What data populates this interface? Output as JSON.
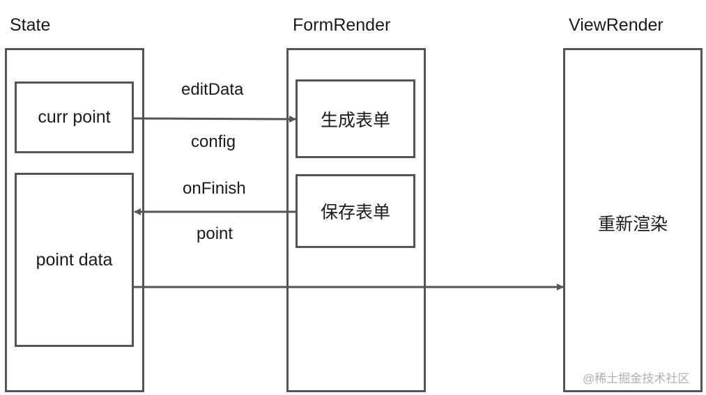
{
  "lanes": {
    "state": "State",
    "form_render": "FormRender",
    "view_render": "ViewRender"
  },
  "nodes": {
    "curr_point": "curr point",
    "point_data": "point data",
    "generate_form": "生成表单",
    "save_form": "保存表单",
    "rerender": "重新渲染"
  },
  "edges": {
    "to_form_top": "editData",
    "to_form_bottom": "config",
    "back_top": "onFinish",
    "back_bottom": "point"
  },
  "watermark": "@稀土掘金技术社区",
  "colors": {
    "stroke": "#555555",
    "text": "#1a1a1a",
    "watermark": "#b0b0b0"
  }
}
